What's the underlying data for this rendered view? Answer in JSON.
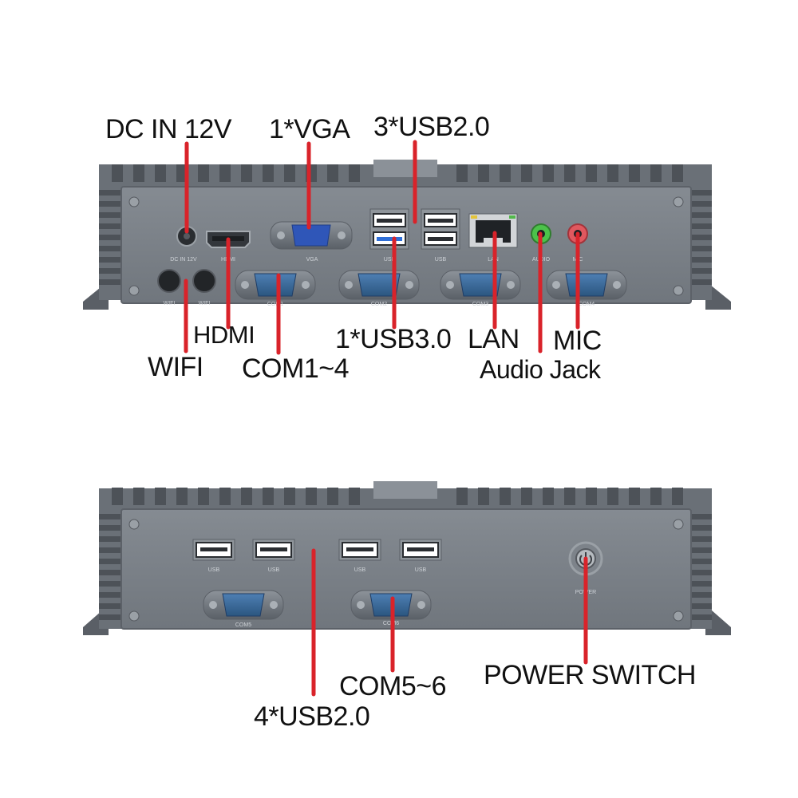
{
  "top_panel": {
    "labels": {
      "dc_in": "DC IN 12V",
      "vga": "1*VGA",
      "usb2": "3*USB2.0",
      "hdmi": "HDMI",
      "wifi": "WIFI",
      "com": "COM1~4",
      "usb3": "1*USB3.0",
      "lan": "LAN",
      "mic": "MIC",
      "audio": "Audio Jack"
    },
    "silkscreen": {
      "dc_in": "DC IN 12V",
      "hdmi": "HDMI",
      "vga": "VGA",
      "usb_a": "USB",
      "usb_b": "USB",
      "lan": "LAN",
      "audio": "AUDIO",
      "mic": "MIC",
      "wifi_1": "WIFI",
      "wifi_2": "WIFI",
      "com1": "COM1",
      "com2": "COM2",
      "com3": "COM3",
      "com4": "COM4"
    }
  },
  "bottom_panel": {
    "labels": {
      "com": "COM5~6",
      "usb": "4*USB2.0",
      "power": "POWER SWITCH"
    },
    "silkscreen": {
      "usb_1": "USB",
      "usb_2": "USB",
      "usb_3": "USB",
      "usb_4": "USB",
      "com5": "COM5",
      "com6": "COM6",
      "power": "POWER"
    }
  },
  "colors": {
    "chassis": "#6f757c",
    "panel": "#7d838a",
    "pointer": "#d9232a",
    "vga": "#2f56b8",
    "usb3": "#2f6fd8",
    "audio_jack": "#4cc24a",
    "mic_jack": "#e0585f",
    "label_text": "#111111"
  }
}
